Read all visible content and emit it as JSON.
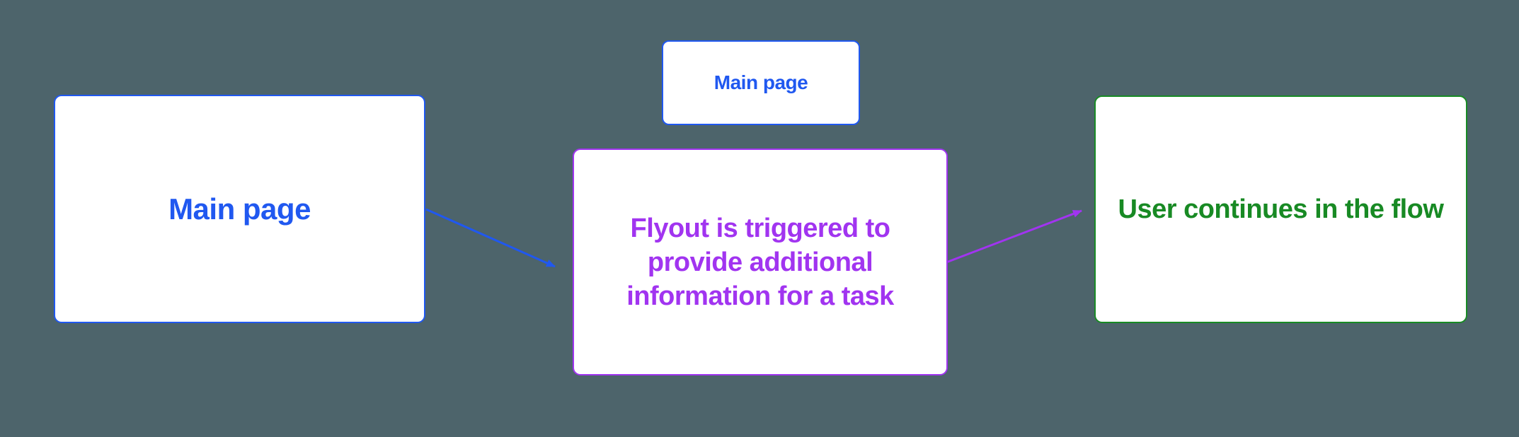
{
  "colors": {
    "canvasBg": "#4D646B",
    "blue": "#2058F0",
    "purple": "#A134F0",
    "green": "#188A24",
    "nodeFill": "#FFFFFF"
  },
  "nodes": {
    "main_large": {
      "label": "Main page"
    },
    "main_small": {
      "label": "Main page"
    },
    "flyout": {
      "line1": "Flyout is triggered to",
      "line2": "provide additional",
      "line3": "information for a task"
    },
    "continue_flow": {
      "label": "User continues in the flow"
    }
  },
  "connectors": {
    "main_to_flyout": {
      "from": "main_large",
      "to": "flyout",
      "color": "#2058F0"
    },
    "flyout_to_continue": {
      "from": "flyout",
      "to": "continue_flow",
      "color": "#A134F0"
    }
  }
}
